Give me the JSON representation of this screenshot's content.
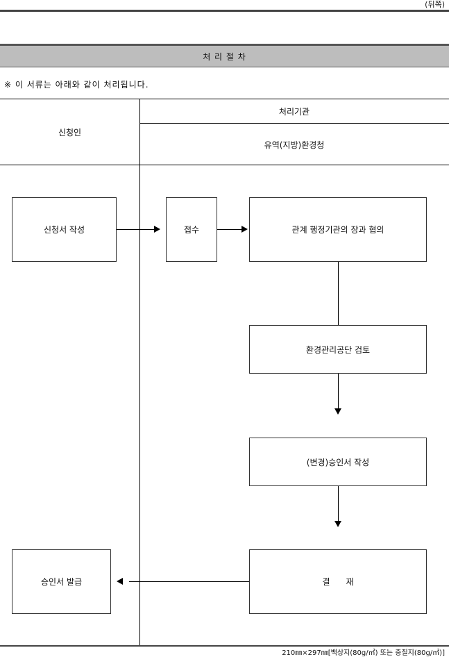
{
  "page_side": "(뒤쪽)",
  "section_title": "처 리 절 차",
  "note": "※ 이 서류는 아래와 같이 처리됩니다.",
  "columns": {
    "applicant": "신청인",
    "processing_agency": "처리기관",
    "agency_name": "유역(지방)환경청"
  },
  "steps": {
    "write_application": "신청서 작성",
    "receipt": "접수",
    "consultation": "관계 행정기관의 장과 협의",
    "review": "환경관리공단 검토",
    "write_approval": "(변경)승인서 작성",
    "decision": "결      재",
    "issue_approval": "승인서 발급"
  },
  "footer": "210㎜×297㎜[백상지(80g/㎡) 또는 중질지(80g/㎡)]"
}
